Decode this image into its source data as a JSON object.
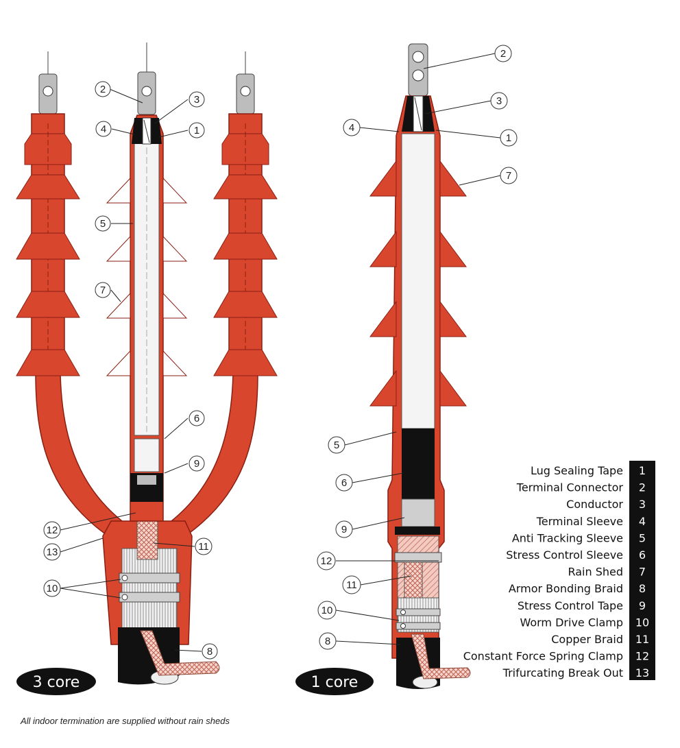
{
  "labels": {
    "three_core": "3 core",
    "one_core": "1 core",
    "footnote": "All indoor termination are supplied without rain sheds"
  },
  "colors": {
    "insulation_red": "#d8462d",
    "red_outline": "#8a1e12",
    "lug_gray": "#bdbdbd",
    "black": "#111111",
    "braid_pink": "#f3c9c0"
  },
  "legend": [
    {
      "num": "1",
      "label": "Lug Sealing Tape"
    },
    {
      "num": "2",
      "label": "Terminal Connector"
    },
    {
      "num": "3",
      "label": "Conductor"
    },
    {
      "num": "4",
      "label": "Terminal Sleeve"
    },
    {
      "num": "5",
      "label": "Anti Tracking Sleeve"
    },
    {
      "num": "6",
      "label": "Stress Control Sleeve"
    },
    {
      "num": "7",
      "label": "Rain Shed"
    },
    {
      "num": "8",
      "label": "Armor Bonding Braid"
    },
    {
      "num": "9",
      "label": "Stress Control Tape"
    },
    {
      "num": "10",
      "label": "Worm Drive Clamp"
    },
    {
      "num": "11",
      "label": "Copper Braid"
    },
    {
      "num": "12",
      "label": "Constant Force Spring Clamp"
    },
    {
      "num": "13",
      "label": "Trifurcating Break Out"
    }
  ],
  "callouts_3core": [
    "2",
    "3",
    "4",
    "1",
    "5",
    "7",
    "6",
    "9",
    "12",
    "13",
    "11",
    "10",
    "8"
  ],
  "callouts_1core": [
    "2",
    "3",
    "4",
    "1",
    "7",
    "5",
    "6",
    "9",
    "12",
    "11",
    "10",
    "8"
  ]
}
